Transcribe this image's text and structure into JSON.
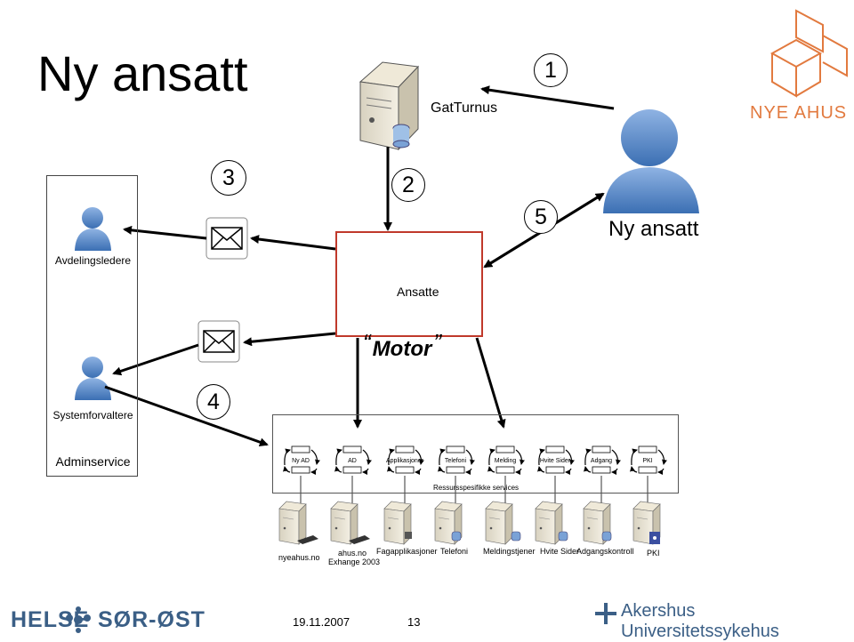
{
  "title": "Ny ansatt",
  "gatturnus_label": "GatTurnus",
  "step_numbers": [
    "1",
    "2",
    "3",
    "4",
    "5"
  ],
  "ny_ansatt_label": "Ny ansatt",
  "left_panel": {
    "avdelingsledere": "Avdelingsledere",
    "systemforvaltere": "Systemforvaltere",
    "adminservice": "Adminservice"
  },
  "motor": {
    "ansatte_label": "Ansatte",
    "motor_label": "Motor"
  },
  "services": {
    "items": [
      "Ny AD",
      "AD",
      "Applikasjoner",
      "Telefoni",
      "Melding",
      "Hvite Sider",
      "Adgang",
      "PKI"
    ],
    "caption": "Ressursspesifikke services"
  },
  "servers": {
    "labels": [
      "nyeahus.no",
      "ahus.no",
      "Exhange 2003",
      "Fagapplikasjoner",
      "Telefoni",
      "Meldingstjener",
      "Hvite Sider",
      "Adgangskontroll",
      "PKI"
    ]
  },
  "footer": {
    "date": "19.11.2007",
    "page": "13",
    "helse": "HELSE",
    "sor_ost": "SØR-ØST",
    "ahus": "Akershus Universitetssykehus"
  },
  "logo_text": "NYE AHUS",
  "colors": {
    "person_blue": "#4a7fc1",
    "motor_border": "#c0392b",
    "brand_blue": "#3b5f86",
    "logo_orange": "#e27a3f"
  }
}
